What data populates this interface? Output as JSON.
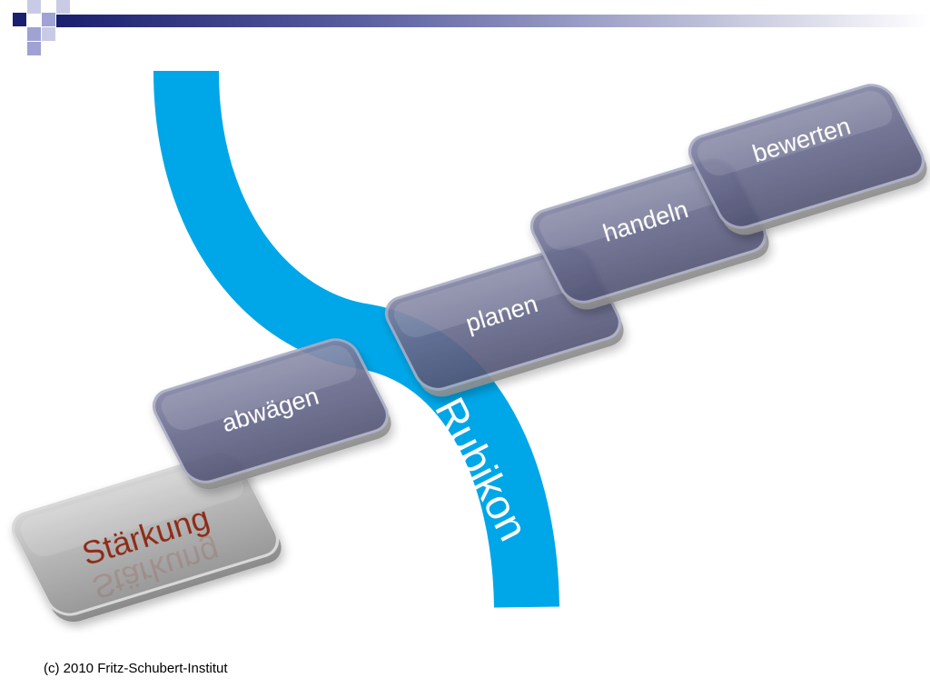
{
  "steps": [
    {
      "label": "Stärkung",
      "style": "accent"
    },
    {
      "label": "abwägen",
      "style": "normal"
    },
    {
      "label": "planen",
      "style": "normal"
    },
    {
      "label": "handeln",
      "style": "normal"
    },
    {
      "label": "bewerten",
      "style": "normal"
    }
  ],
  "river": {
    "label": "Rubikon",
    "color": "#00a7e8"
  },
  "colors": {
    "tile_normal": "#6a6c8e",
    "tile_accent": "#b3b3b3",
    "corner_navy": "#1a1f6e",
    "corner_light": "#9fa2d2"
  },
  "footer": {
    "copyright": "(c) 2010 Fritz-Schubert-Institut"
  }
}
